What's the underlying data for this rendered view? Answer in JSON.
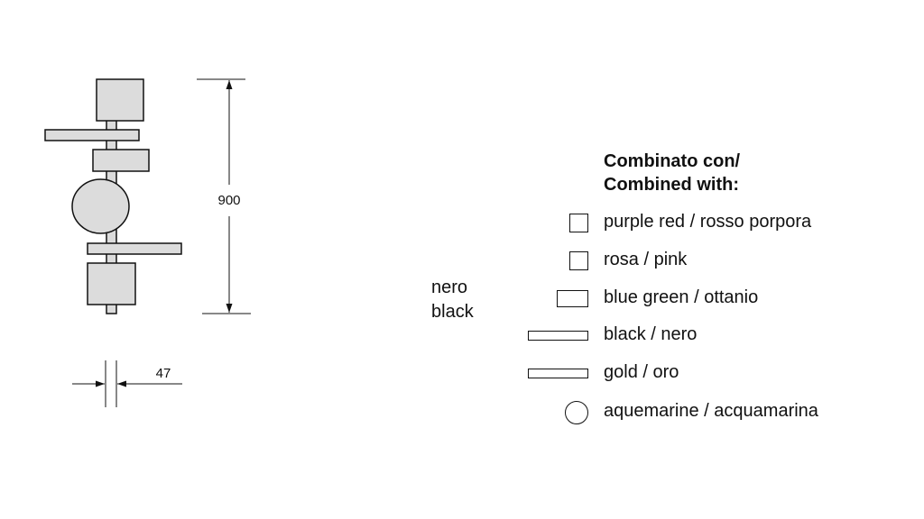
{
  "dimensions": {
    "height_label": "900",
    "width_label": "47"
  },
  "base_finish": {
    "line1": "nero",
    "line2": "black"
  },
  "legend": {
    "heading_line1": "Combinato con/",
    "heading_line2": "Combined with:",
    "items": [
      {
        "shape": "square",
        "label": "purple red / rosso porpora"
      },
      {
        "shape": "square",
        "label": "rosa / pink"
      },
      {
        "shape": "rect",
        "label": "blue green / ottanio"
      },
      {
        "shape": "bar",
        "label": "black / nero"
      },
      {
        "shape": "bar",
        "label": "gold / oro"
      },
      {
        "shape": "circle",
        "label": "aquemarine / acquamarina"
      }
    ]
  },
  "colors": {
    "element_fill": "#dcdcdc",
    "stroke": "#111111"
  }
}
